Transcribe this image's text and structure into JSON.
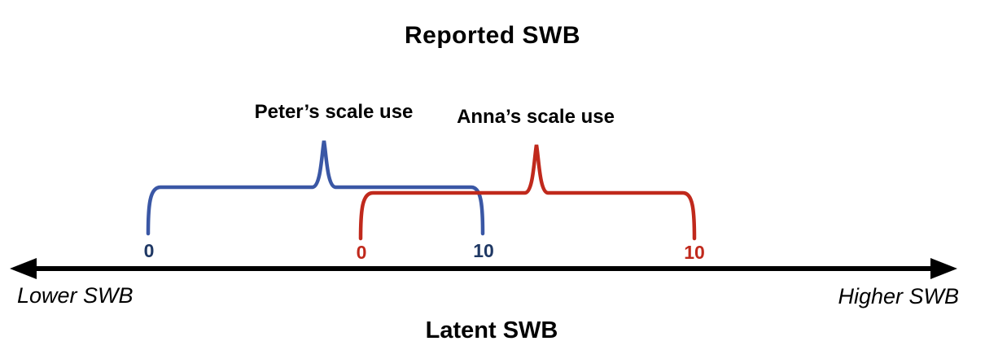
{
  "title": "Reported SWB",
  "colors": {
    "peter_brace": "#3A57A5",
    "peter_number": "#1F3864",
    "anna_brace": "#C0291C",
    "anna_number": "#C0291C",
    "axis": "#000000"
  },
  "scales": {
    "peter": {
      "label": "Peter’s scale use",
      "min": "0",
      "max": "10"
    },
    "anna": {
      "label": "Anna’s scale use",
      "min": "0",
      "max": "10"
    }
  },
  "axis": {
    "label": "Latent SWB",
    "left_label": "Lower SWB",
    "right_label": "Higher SWB"
  }
}
